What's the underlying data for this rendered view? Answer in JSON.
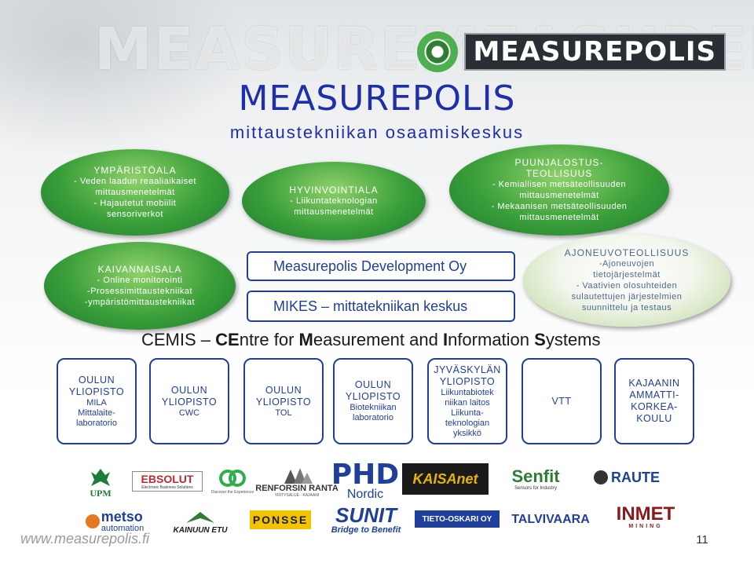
{
  "header": {
    "watermark": "MEASUREMEASUREPOLIS",
    "logo_text": "MEASUREPOLIS",
    "title": "MEASUREPOLIS",
    "subtitle": "mittaustekniikan osaamiskeskus"
  },
  "sectors": [
    {
      "head": "YMPÄRISTÖALA",
      "lines": [
        "- Veden laadun reaaliaikaiset",
        "mittausmenetelmät",
        "- Hajautetut mobiilit",
        "sensoriverkot"
      ]
    },
    {
      "head": "HYVINVOINTIALA",
      "lines": [
        "- Liikuntateknologian",
        "mittausmenetelmät"
      ]
    },
    {
      "head": "PUUNJALOSTUS-",
      "head2": "TEOLLISUUS",
      "lines": [
        "- Kemiallisen metsäteollisuuden",
        "mittausmenetelmät",
        "- Mekaanisen metsäteollisuuden",
        "mittausmenetelmät"
      ]
    },
    {
      "head": "KAIVANNAISALA",
      "lines": [
        "- Online monitorointi",
        "-Prosessimittaustekniikat",
        "-ympäristömittaustekniikat"
      ]
    },
    {
      "head": "AJONEUVOTEOLLISUUS",
      "lines": [
        "-Ajoneuvojen",
        "tietojärjestelmät",
        "- Vaativien olosuhteiden",
        "sulautettujen järjestelmien",
        "suunnittelu ja testaus"
      ]
    }
  ],
  "center_boxes": [
    "Measurepolis Development Oy",
    "MIKES – mittatekniikan keskus"
  ],
  "cemis": {
    "p1": "CEMIS – ",
    "b1": "CE",
    "p2": "ntre for ",
    "b2": "M",
    "p3": "easurement and ",
    "b3": "I",
    "p4": "nformation ",
    "b4": "S",
    "p5": "ystems"
  },
  "units": [
    {
      "head": [
        "OULUN",
        "YLIOPISTO"
      ],
      "lines": [
        "MILA",
        "Mittalaite-",
        "laboratorio"
      ]
    },
    {
      "head": [
        "OULUN",
        "YLIOPISTO"
      ],
      "lines": [
        "CWC"
      ]
    },
    {
      "head": [
        "OULUN",
        "YLIOPISTO"
      ],
      "lines": [
        "TOL"
      ]
    },
    {
      "head": [
        "OULUN",
        "YLIOPISTO"
      ],
      "lines": [
        "Biotekniikan",
        "laboratorio"
      ]
    },
    {
      "head": [
        "JYVÄSKYLÄN",
        "YLIOPISTO"
      ],
      "lines": [
        "Liikuntabiotek",
        "niikan laitos",
        "Liikunta-",
        "teknologian",
        "yksikkö"
      ]
    },
    {
      "head": [
        "VTT"
      ],
      "lines": []
    },
    {
      "head": [
        "KAJAANIN",
        "AMMATTI-",
        "KORKEA-",
        "KOULU"
      ],
      "lines": []
    }
  ],
  "partners": {
    "upm": "UPM",
    "ebsolut": "EBSOLUT",
    "ebsolut_sub": "Electronic Business Solutions",
    "eb_tag": "Discover the Experience",
    "renforsin": "RENFORSIN RANTA",
    "renforsin_sub": "YRITYSALUE · KAJAANI",
    "phd": "PHD",
    "phd_sub": "Nordic",
    "kaisanet": "KAISAnet",
    "senfit": "Senfit",
    "senfit_sub": "Sensors for Industry",
    "raute": "RAUTE",
    "metso": "metso",
    "metso_sub": "automation",
    "kainuun": "KAINUUN ETU",
    "ponsse": "PONSSE",
    "sunit": "SUNIT",
    "sunit_sub": "Bridge to Benefit",
    "tieto": "TIETO-OSKARI OY",
    "talvivaara": "TALVIVAARA",
    "inmet": "INMET",
    "inmet_sub": "MINING"
  },
  "footer": {
    "url": "www.measurepolis.fi",
    "page": "11"
  },
  "colors": {
    "green": "#3a9f3a",
    "blue": "#1f3f9a",
    "title_blue": "#1f2fa8"
  }
}
